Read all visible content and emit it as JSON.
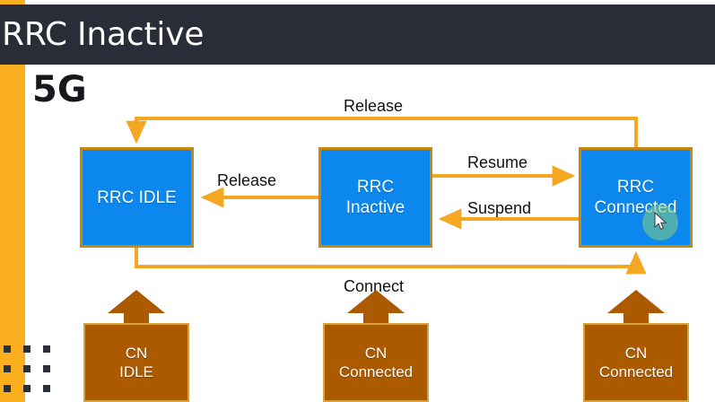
{
  "slide": {
    "header": {
      "title": "RRC Inactive",
      "bar_color": "#282d38",
      "accent_color": "#fbaf1e"
    },
    "generation_label": "5G",
    "colors": {
      "state_fill": "#0b87ee",
      "state_border": "#c8880f",
      "cn_fill": "#ac5a00",
      "cn_border": "#d8a23a",
      "connector": "#f5a623",
      "text_light": "#ffffff",
      "text_dark": "#111111",
      "click_highlight": "#78c88c"
    }
  },
  "diagram": {
    "states": [
      {
        "id": "rrc-idle",
        "label": "RRC IDLE"
      },
      {
        "id": "rrc-inactive",
        "label": "RRC\nInactive"
      },
      {
        "id": "rrc-connected",
        "label": "RRC\nConnected"
      }
    ],
    "core_network": [
      {
        "id": "cn-idle",
        "label": "CN\nIDLE"
      },
      {
        "id": "cn-connected-mid",
        "label": "CN\nConnected"
      },
      {
        "id": "cn-connected-right",
        "label": "CN\nConnected"
      }
    ],
    "transitions": [
      {
        "id": "release-top",
        "label": "Release",
        "from": "rrc-connected",
        "to": "rrc-idle"
      },
      {
        "id": "release-mid",
        "label": "Release",
        "from": "rrc-inactive",
        "to": "rrc-idle"
      },
      {
        "id": "resume",
        "label": "Resume",
        "from": "rrc-inactive",
        "to": "rrc-connected"
      },
      {
        "id": "suspend",
        "label": "Suspend",
        "from": "rrc-connected",
        "to": "rrc-inactive"
      },
      {
        "id": "connect",
        "label": "Connect",
        "from": "rrc-idle",
        "to": "rrc-connected"
      }
    ]
  },
  "pointer": {
    "icon": "mouse-cursor-icon",
    "state": "click-highlight"
  }
}
